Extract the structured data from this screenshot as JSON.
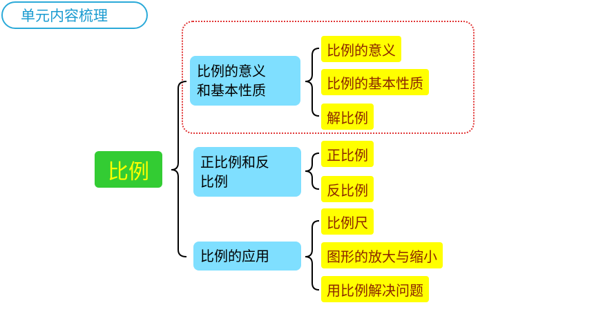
{
  "title": "单元内容梳理",
  "root": "比例",
  "groups": [
    {
      "label_line1": "比例的意义",
      "label_line2": "和基本性质",
      "items": [
        "比例的意义",
        "比例的基本性质",
        "解比例"
      ]
    },
    {
      "label_line1": "正比例和反",
      "label_line2": "比例",
      "items": [
        "正比例",
        "反比例"
      ]
    },
    {
      "label_line1": "比例的应用",
      "label_line2": "",
      "items": [
        "比例尺",
        "图形的放大与缩小",
        "用比例解决问题"
      ]
    }
  ],
  "colors": {
    "title_border": "#29a9d8",
    "root_bg": "#33cc33",
    "root_text": "#ffff00",
    "mid_bg": "#7fdfff",
    "leaf_bg": "#ffff00",
    "leaf_text": "#8b2500",
    "highlight_border": "#e03030"
  }
}
